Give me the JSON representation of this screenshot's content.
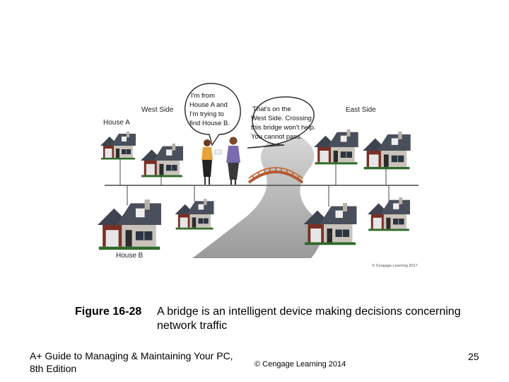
{
  "figure": {
    "labels": {
      "west_side": "West Side",
      "east_side": "East Side",
      "house_a": "House A",
      "house_b": "House B"
    },
    "bubble_left": [
      "I'm from",
      "House A and",
      "I'm trying to",
      "find House B."
    ],
    "bubble_right": [
      "That's on the",
      "West Side. Crossing",
      "this bridge won't help.",
      "You cannot pass."
    ],
    "credit": "© Cengage Learning 2017",
    "icons": [
      "house-icon",
      "person-icon",
      "bridge-icon",
      "road-icon",
      "speech-bubble-icon"
    ],
    "colors": {
      "roof": "#3f4350",
      "wall": "#c9c3bb",
      "brick": "#7a2f24",
      "bridge": "#b45a34",
      "shirt_woman": "#e8a23a",
      "shirt_man": "#7a6bb0"
    }
  },
  "caption": {
    "number": "Figure 16-28",
    "text": "A bridge is an intelligent device making decisions concerning network traffic"
  },
  "footer": {
    "line1": "A+ Guide to Managing & Maintaining Your PC,",
    "line2": "8th Edition",
    "copyright": "© Cengage Learning  2014",
    "page": "25"
  }
}
